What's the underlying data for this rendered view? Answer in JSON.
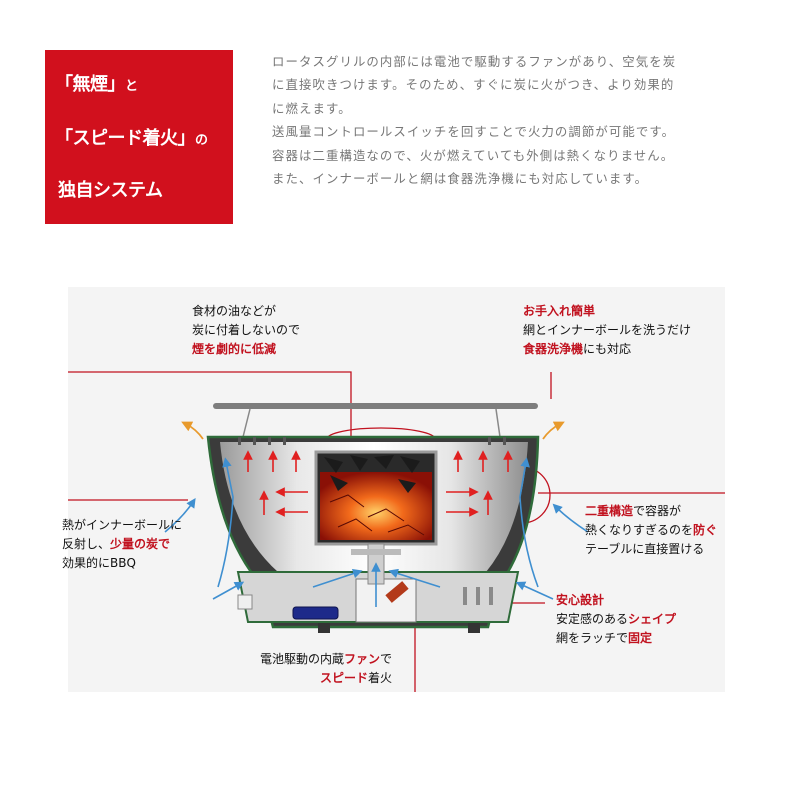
{
  "badge": {
    "line1_a": "「無煙」",
    "line1_b": "と",
    "line2_a": "「スピード着火」",
    "line2_b": "の",
    "line3": "独自システム"
  },
  "intro": [
    "ロータスグリルの内部には電池で駆動するファンがあり、空気を炭",
    "に直接吹きつけます。そのため、すぐに炭に火がつき、より効果的",
    "に燃えます。",
    "送風量コントロールスイッチを回すことで火力の調節が可能です。",
    "容器は二重構造なので、火が燃えていても外側は熱くなりません。",
    "また、インナーボールと網は食器洗浄機にも対応しています。"
  ],
  "callouts": {
    "smoke": {
      "line1": "食材の油などが",
      "line2": "炭に付着しないので",
      "line3": "煙を劇的に低減"
    },
    "care": {
      "line1": "お手入れ簡単",
      "line2": "網とインナーボールを洗うだけ",
      "line3_red": "食器洗浄機",
      "line3_rest": "にも対応"
    },
    "heat": {
      "line1": "熱がインナーボールに",
      "line2_a": "反射し、",
      "line2_red": "少量の炭で",
      "line3": "効果的にBBQ"
    },
    "double": {
      "line1_red": "二重構造",
      "line1_rest": "で容器が",
      "line2_a": "熱くなりすぎるのを",
      "line2_red": "防ぐ",
      "line3": "テーブルに直接置ける"
    },
    "safety": {
      "line1": "安心設計",
      "line2_a": "安定感のある",
      "line2_red": "シェイプ",
      "line3_a": "網をラッチで",
      "line3_red": "固定"
    },
    "fan": {
      "line1_a": "電池駆動の内蔵",
      "line1_red": "ファン",
      "line1_b": "で",
      "line2_red": "スピード",
      "line2_rest": "着火"
    }
  },
  "colors": {
    "brand_red": "#d1101d",
    "callout_red": "#c1121f",
    "airflow_blue": "#3f8fd0",
    "heat_red": "#e02020",
    "vent_orange": "#e89a2c",
    "grill_green": "#2f6b3a"
  }
}
